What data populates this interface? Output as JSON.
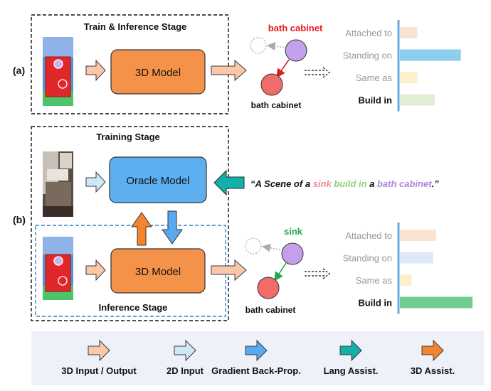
{
  "panel_a": {
    "label": "(a)",
    "stage_title": "Train & Inference Stage",
    "model_label": "3D Model",
    "graph": {
      "top_node_label": "bath cabinet",
      "bottom_node_label": "bath cabinet"
    },
    "relations": [
      {
        "label": "Attached to",
        "value": 0.12,
        "color": "#fbe3d3",
        "emphasized": false
      },
      {
        "label": "Standing on",
        "value": 0.42,
        "color": "#8dcdf0",
        "emphasized": false
      },
      {
        "label": "Same as",
        "value": 0.12,
        "color": "#fdf0c8",
        "emphasized": false
      },
      {
        "label": "Build in",
        "value": 0.24,
        "color": "#e1efd9",
        "emphasized": true
      }
    ]
  },
  "panel_b": {
    "label": "(b)",
    "training_title": "Training Stage",
    "oracle_label": "Oracle Model",
    "model_label": "3D Model",
    "inference_title": "Inference Stage",
    "sentence": {
      "open_quote": "“",
      "w1": "A Scene of a ",
      "w2": "sink",
      "w3": " ",
      "w4": "build in",
      "w5": " a ",
      "w6": "bath cabinet",
      "w7": ".”"
    },
    "graph": {
      "top_node_label": "sink",
      "bottom_node_label": "bath cabinet"
    },
    "relations": [
      {
        "label": "Attached to",
        "value": 0.25,
        "color": "#fbe3d3",
        "emphasized": false
      },
      {
        "label": "Standing on",
        "value": 0.23,
        "color": "#dde9f7",
        "emphasized": false
      },
      {
        "label": "Same as",
        "value": 0.08,
        "color": "#fdf0c8",
        "emphasized": false
      },
      {
        "label": "Build in",
        "value": 0.5,
        "color": "#6fcf8f",
        "emphasized": true
      }
    ]
  },
  "legend": {
    "items": [
      {
        "label": "3D Input / Output",
        "fill": "#fac8a8",
        "stroke": "#3a3a3a"
      },
      {
        "label": "2D Input",
        "fill": "#cfe8f8",
        "stroke": "#3a3a3a"
      },
      {
        "label": "Gradient Back-Prop.",
        "fill": "#58aaf0",
        "stroke": "#3a3a3a"
      },
      {
        "label": "Lang Assist.",
        "fill": "#12b0a8",
        "stroke": "#3a3a3a"
      },
      {
        "label": "3D Assist.",
        "fill": "#f5842f",
        "stroke": "#3a3a3a"
      }
    ]
  },
  "colors": {
    "model_orange": "#f5924a",
    "oracle_blue": "#5dafef",
    "node_purple": "#c4a0ec",
    "node_red": "#f26b6b",
    "red_text": "#e8191c",
    "green_text": "#1fa84a",
    "sink_pink": "#f08a94",
    "buildin_green": "#8fd07a",
    "cabinet_purple": "#a987dd",
    "gray_text": "#9a9a9a",
    "legend_bg": "#eef2f8",
    "dashed_blue": "#3b7fc4"
  }
}
